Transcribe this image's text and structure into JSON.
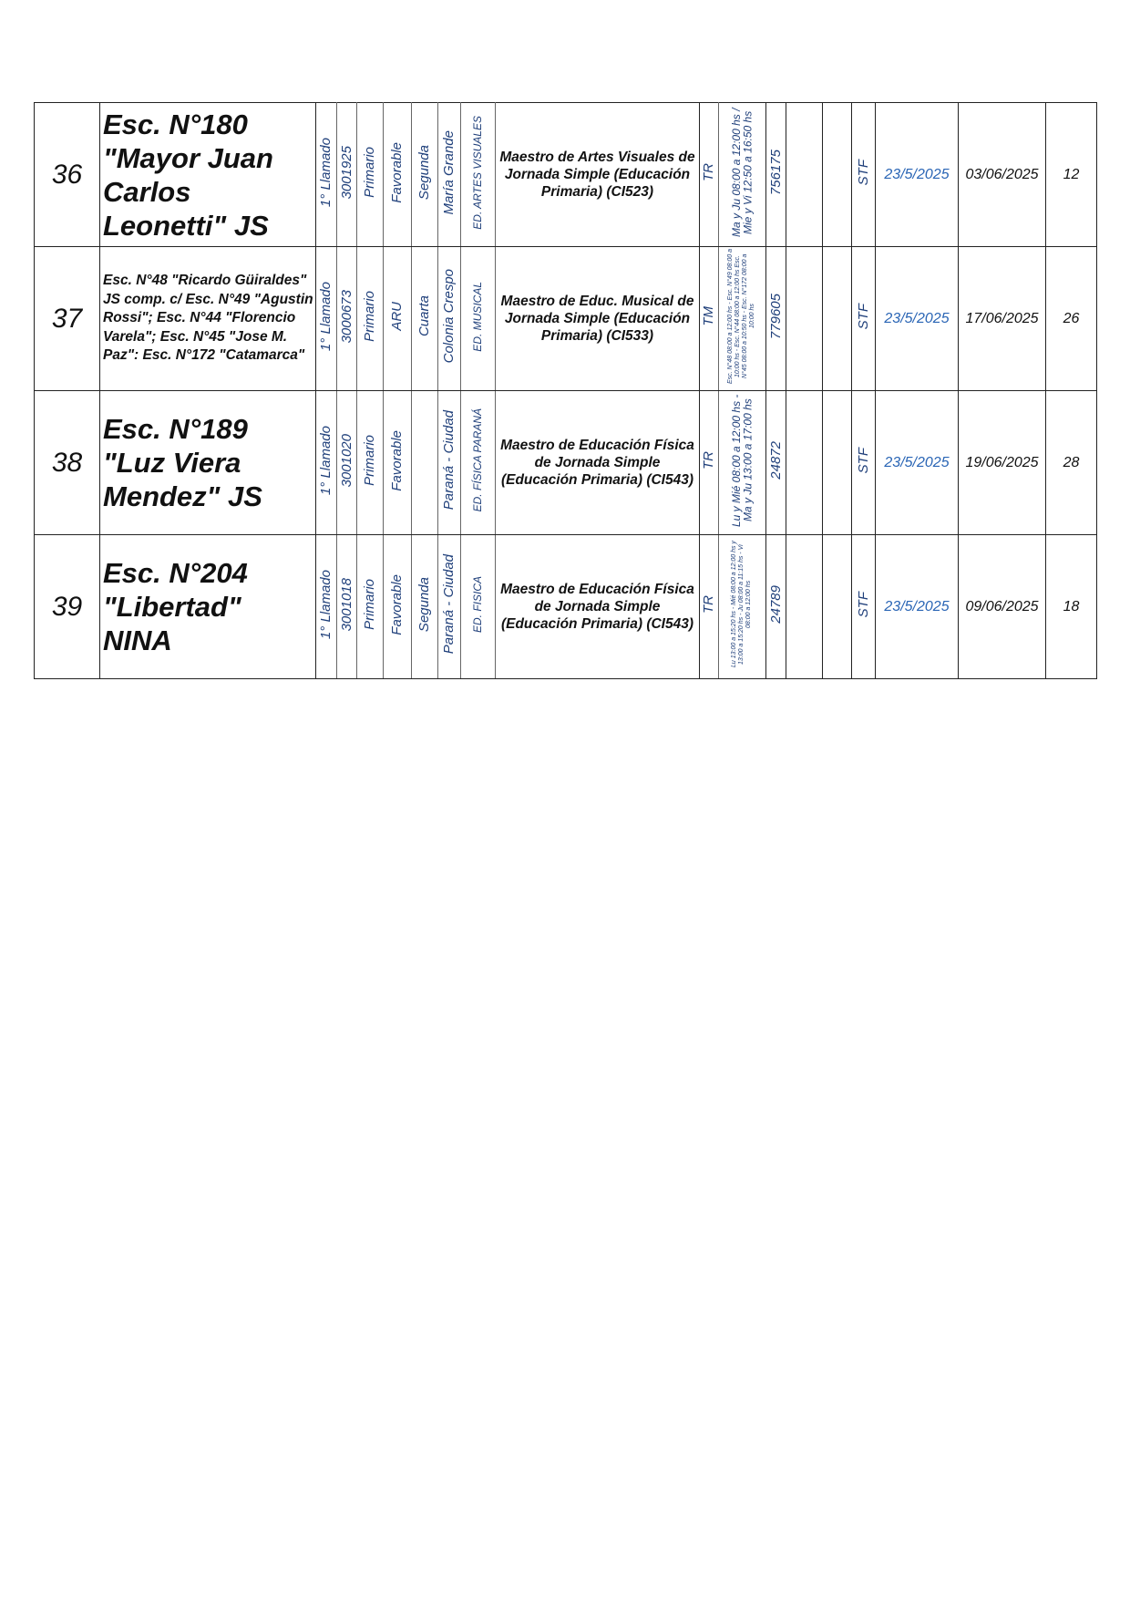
{
  "rows": [
    {
      "num": "36",
      "school": "Esc. N°180 \"Mayor Juan Carlos Leonetti\" JS",
      "school_size": "big",
      "llamado": "1° Llamado",
      "code": "3001925",
      "nivel": "Primario",
      "ubicacion": "Favorable",
      "categoria": "Segunda",
      "localidad": "María Grande",
      "area": "ED. ARTES VISUALES",
      "cargo": "Maestro de Artes Visuales de Jornada Simple (Educación Primaria) (CI523)",
      "turno": "TR",
      "horario": "Ma y Ju 08:00 a 12:00 hs / Mie y Vi 12:50 a 16:50 hs",
      "horario_size": "small",
      "id": "756175",
      "col_a": "",
      "col_b": "",
      "situacion": "STF",
      "fecha_pub": "23/5/2025",
      "fecha": "03/06/2025",
      "horas": "12"
    },
    {
      "num": "37",
      "school": "Esc. N°48 \"Ricardo Güiraldes\" JS comp. c/ Esc. N°49 \"Agustin Rossi\"; Esc. N°44 \"Florencio Varela\"; Esc. N°45 \"Jose M. Paz\": Esc. N°172 \"Catamarca\"",
      "school_size": "small",
      "llamado": "1° Llamado",
      "code": "3000673",
      "nivel": "Primario",
      "ubicacion": "ARU",
      "categoria": "Cuarta",
      "localidad": "Colonia Crespo",
      "area": "ED. MUSICAL",
      "cargo": "Maestro de Educ. Musical de Jornada Simple (Educación Primaria) (CI533)",
      "turno": "TM",
      "horario": "Esc. N°48 08:00 a 12:00 hs - Esc. N°49 08:00 a 10:00 hs - Esc. N°44 08:00 a 12:00 hs Esc. N°45 08:00 a 10:50 hs - Esc. N°172 08:00 a 10:00 hs",
      "horario_size": "tiny",
      "id": "779605",
      "col_a": "",
      "col_b": "",
      "situacion": "STF",
      "fecha_pub": "23/5/2025",
      "fecha": "17/06/2025",
      "horas": "26"
    },
    {
      "num": "38",
      "school": "Esc. N°189 \"Luz Viera Mendez\" JS",
      "school_size": "big",
      "llamado": "1° Llamado",
      "code": "3001020",
      "nivel": "Primario",
      "ubicacion": "Favorable",
      "categoria": "",
      "localidad": "Paraná - Ciudad",
      "area": "ED. FÍSICA PARANÁ",
      "cargo": "Maestro de Educación Física de Jornada Simple (Educación Primaria) (CI543)",
      "turno": "TR",
      "horario": "Lu y Mié 08:00 a 12:00 hs - Ma y Ju 13:00 a 17:00 hs",
      "horario_size": "small",
      "id": "24872",
      "col_a": "",
      "col_b": "",
      "situacion": "STF",
      "fecha_pub": "23/5/2025",
      "fecha": "19/06/2025",
      "horas": "28"
    },
    {
      "num": "39",
      "school": "Esc. N°204 \"Libertad\" NINA",
      "school_size": "big",
      "llamado": "1° Llamado",
      "code": "3001018",
      "nivel": "Primario",
      "ubicacion": "Favorable",
      "categoria": "Segunda",
      "localidad": "Paraná - Ciudad",
      "area": "ED. FISICA",
      "cargo": "Maestro de Educación Física de Jornada Simple (Educación Primaria) (CI543)",
      "turno": "TR",
      "horario": "Lu 13:00 a 15:20 hs - Mié 08:00 a 12:00 hs y 13:00 a 15:20 hs - Ju 08:00 a 11:15 hs - Vi 08:00 a 12:00 hs",
      "horario_size": "tiny",
      "id": "24789",
      "col_a": "",
      "col_b": "",
      "situacion": "STF",
      "fecha_pub": "23/5/2025",
      "fecha": "09/06/2025",
      "horas": "18"
    }
  ]
}
